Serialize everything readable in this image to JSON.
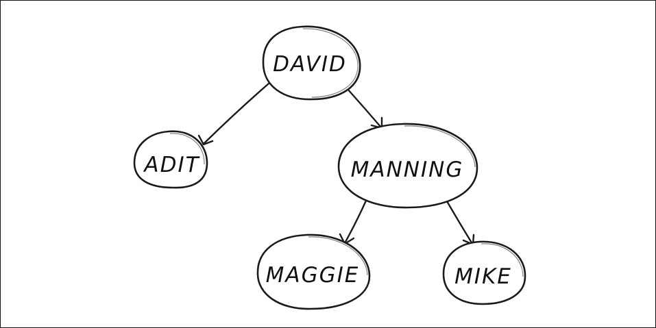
{
  "tree": {
    "nodes": [
      {
        "id": "david",
        "label": "DAVID"
      },
      {
        "id": "adit",
        "label": "ADIT"
      },
      {
        "id": "manning",
        "label": "MANNING"
      },
      {
        "id": "maggie",
        "label": "MAGGIE"
      },
      {
        "id": "mike",
        "label": "MIKE"
      }
    ],
    "edges": [
      {
        "from": "david",
        "to": "adit"
      },
      {
        "from": "david",
        "to": "manning"
      },
      {
        "from": "manning",
        "to": "maggie"
      },
      {
        "from": "manning",
        "to": "mike"
      }
    ]
  }
}
